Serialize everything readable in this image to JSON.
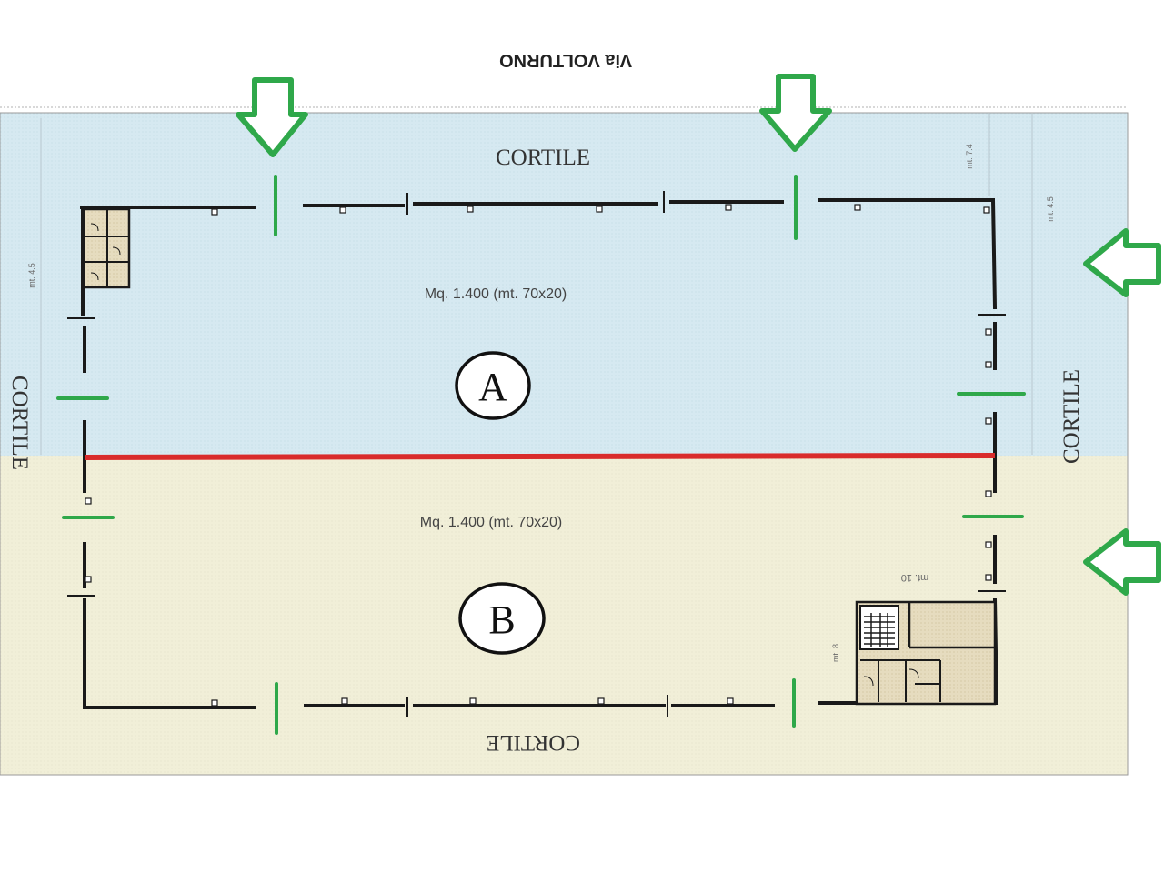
{
  "plan": {
    "street_label": "Via VOLTURNO",
    "courtyard_top": "CORTILE",
    "courtyard_left": "CORTILE",
    "courtyard_right": "CORTILE",
    "courtyard_bottom": "CORTILE",
    "unit_a": {
      "letter": "A",
      "area": "Mq. 1.400 (mt. 70x20)"
    },
    "unit_b": {
      "letter": "B",
      "area": "Mq. 1.400 (mt. 70x20)"
    },
    "dimensions": {
      "left_side": "mt. 4.5",
      "right_side": "mt. 4.5",
      "top_right": "mt. 7.4",
      "office_width": "mt. 10",
      "office_height": "mt. 8"
    },
    "colors": {
      "unit_a_fill": "#d6e9f1",
      "unit_b_fill": "#f1efd8",
      "divider": "#d92b2b",
      "entrance_marker": "#2fa84a",
      "walls": "#1a1a1a",
      "office_fill": "#e6dcbf"
    },
    "entrances": [
      {
        "icon": "down-arrow-icon",
        "side": "top",
        "target": "unit A"
      },
      {
        "icon": "down-arrow-icon",
        "side": "top",
        "target": "unit A"
      },
      {
        "icon": "left-arrow-icon",
        "side": "right",
        "target": "unit A"
      },
      {
        "icon": "left-arrow-icon",
        "side": "right",
        "target": "unit B"
      }
    ]
  }
}
